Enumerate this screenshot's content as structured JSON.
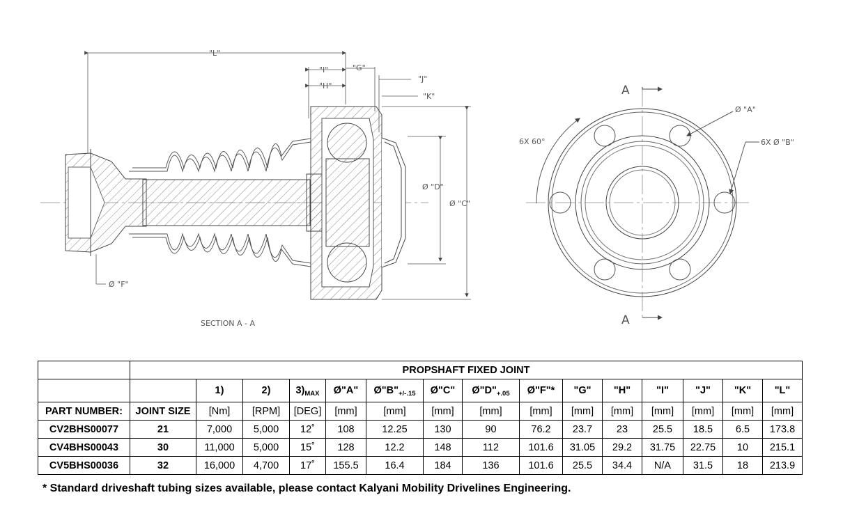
{
  "drawing": {
    "labels": {
      "L": "\"L\"",
      "I": "\"I\"",
      "G": "\"G\"",
      "H": "\"H\"",
      "J": "\"J\"",
      "K": "\"K\"",
      "D": "Ø \"D\"",
      "C": "Ø \"C\"",
      "F": "Ø \"F\"",
      "A_dim": "Ø \"A\"",
      "B_dim": "6X  Ø \"B\"",
      "angle": "6X  60°",
      "section_top": "A",
      "section_bottom": "A",
      "section_title": "SECTION  A - A"
    }
  },
  "table": {
    "title": "PROPSHAFT FIXED JOINT",
    "head_main": [
      "1)",
      "2)",
      "3)",
      "Ø\"A\"",
      "Ø\"B\"",
      "Ø\"C\"",
      "Ø\"D\"",
      "Ø\"F\"*",
      "\"G\"",
      "\"H\"",
      "\"I\"",
      "\"J\"",
      "\"K\"",
      "\"L\""
    ],
    "head_sub": {
      "h3": "MAX",
      "hB": "+/-.15",
      "hD": "+.05"
    },
    "part_label": "PART NUMBER:",
    "joint_label": "JOINT SIZE",
    "units": [
      "[Nm]",
      "[RPM]",
      "[DEG]",
      "[mm]",
      "[mm]",
      "[mm]",
      "[mm]",
      "[mm]",
      "[mm]",
      "[mm]",
      "[mm]",
      "[mm]",
      "[mm]",
      "[mm]"
    ],
    "rows": [
      {
        "part": "CV2BHS00077",
        "size": "21",
        "values": [
          "7,000",
          "5,000",
          "12˚",
          "108",
          "12.25",
          "130",
          "90",
          "76.2",
          "23.7",
          "23",
          "25.5",
          "18.5",
          "6.5",
          "173.8"
        ]
      },
      {
        "part": "CV4BHS00043",
        "size": "30",
        "values": [
          "11,000",
          "5,000",
          "15˚",
          "128",
          "12.2",
          "148",
          "112",
          "101.6",
          "31.05",
          "29.2",
          "31.75",
          "22.75",
          "10",
          "215.1"
        ]
      },
      {
        "part": "CV5BHS00036",
        "size": "32",
        "values": [
          "16,000",
          "4,700",
          "17˚",
          "155.5",
          "16.4",
          "184",
          "136",
          "101.6",
          "25.5",
          "34.4",
          "N/A",
          "31.5",
          "18",
          "213.9"
        ]
      }
    ]
  },
  "footnote": "* Standard driveshaft tubing sizes available, please contact Kalyani Mobility Drivelines Engineering."
}
